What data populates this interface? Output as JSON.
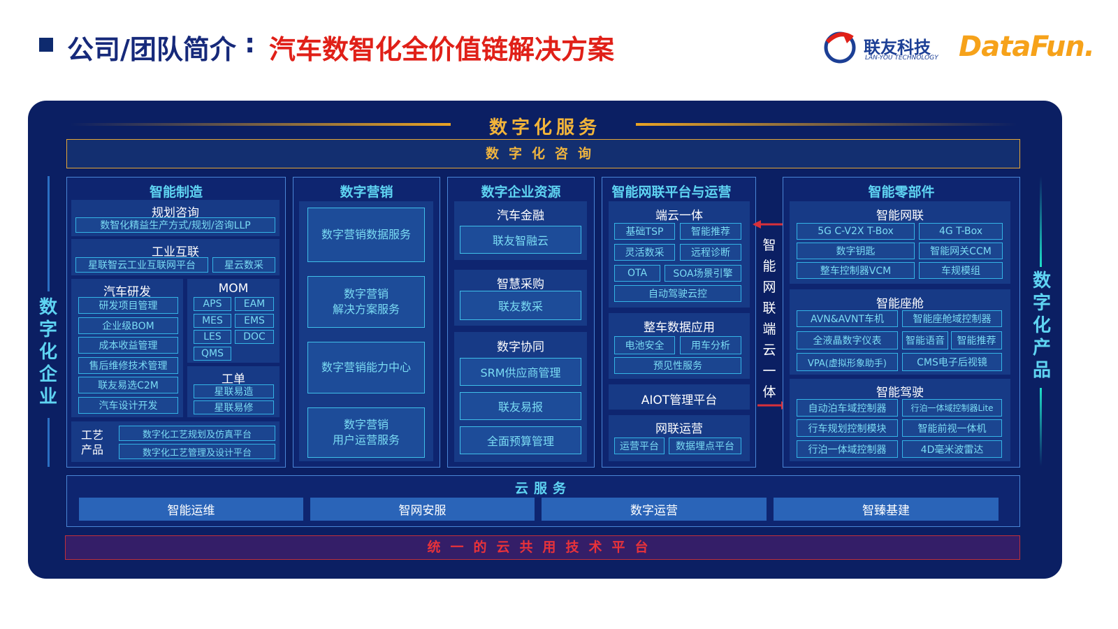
{
  "header": {
    "title_main": "公司/团队简介",
    "title_sep": ":",
    "title_sub": "汽车数智化全价值链解决方案",
    "logo_lanyou": "联友科技",
    "logo_lanyou_sub": "LAN-YOU TECHNOLOGY",
    "logo_datafun": "DataFun."
  },
  "top": {
    "service_title": "数字化服务",
    "consult": "数字化咨询"
  },
  "side": {
    "left": "数字化企业",
    "right": "数字化产品"
  },
  "manufacturing": {
    "title": "智能制造",
    "planning_title": "规划咨询",
    "planning_item": "数智化精益生产方式/规划/咨询LLP",
    "iot_title": "工业互联",
    "iot_items": [
      "星联智云工业互联网平台",
      "星云数采"
    ],
    "rd_title": "汽车研发",
    "rd_items": [
      "研发项目管理",
      "企业级BOM",
      "成本收益管理",
      "售后维修技术管理",
      "联友易选C2M",
      "汽车设计开发"
    ],
    "mom_title": "MOM",
    "mom_items": [
      "APS",
      "EAM",
      "MES",
      "EMS",
      "LES",
      "DOC",
      "QMS"
    ],
    "order_title": "工单",
    "order_items": [
      "星联易造",
      "星联易修"
    ],
    "craft_title": "工艺\n产品",
    "craft_items": [
      "数字化工艺规划及仿真平台",
      "数字化工艺管理及设计平台"
    ]
  },
  "marketing": {
    "title": "数字营销",
    "items": [
      "数字营销数据服务",
      "数字营销\n解决方案服务",
      "数字营销能力中心",
      "数字营销\n用户运营服务"
    ]
  },
  "erp": {
    "title": "数字企业资源",
    "finance_title": "汽车金融",
    "finance_item": "联友智融云",
    "purchase_title": "智慧采购",
    "purchase_item": "联友数采",
    "collab_title": "数字协同",
    "collab_items": [
      "SRM供应商管理",
      "联友易报",
      "全面预算管理"
    ]
  },
  "connected": {
    "title": "智能网联平台与运营",
    "cloud_title": "端云一体",
    "cloud_items": [
      "基础TSP",
      "智能推荐",
      "灵活数采",
      "远程诊断",
      "OTA",
      "SOA场景引擎",
      "自动驾驶云控"
    ],
    "data_title": "整车数据应用",
    "data_items": [
      "电池安全",
      "用车分析",
      "预见性服务"
    ],
    "aiot": "AIOT管理平台",
    "ops_title": "网联运营",
    "ops_items": [
      "运营平台",
      "数据埋点平台"
    ],
    "vertical": [
      "智",
      "能",
      "网",
      "联",
      "端",
      "云",
      "一",
      "体"
    ]
  },
  "parts": {
    "title": "智能零部件",
    "net_title": "智能网联",
    "net_items": [
      "5G C-V2X T-Box",
      "4G T-Box",
      "数字钥匙",
      "智能网关CCM",
      "整车控制器VCM",
      "车规模组"
    ],
    "cockpit_title": "智能座舱",
    "cockpit_items": [
      "AVN&AVNT车机",
      "智能座舱域控制器",
      "全液晶数字仪表",
      "智能语音",
      "智能推荐",
      "VPA(虚拟形象助手)",
      "CMS电子后视镜"
    ],
    "drive_title": "智能驾驶",
    "drive_items": [
      "自动泊车域控制器",
      "行泊一体域控制器Lite",
      "行车规划控制模块",
      "智能前视一体机",
      "行泊一体域控制器",
      "4D毫米波雷达"
    ]
  },
  "cloud": {
    "title": "云服务",
    "items": [
      "智能运维",
      "智网安服",
      "数字运营",
      "智臻基建"
    ]
  },
  "platform": "统一的云共用技术平台",
  "colors": {
    "panel": "#0b1f63",
    "accent_gold": "#f2b43a",
    "accent_cyan": "#5fd4f2",
    "accent_red": "#e02018"
  }
}
